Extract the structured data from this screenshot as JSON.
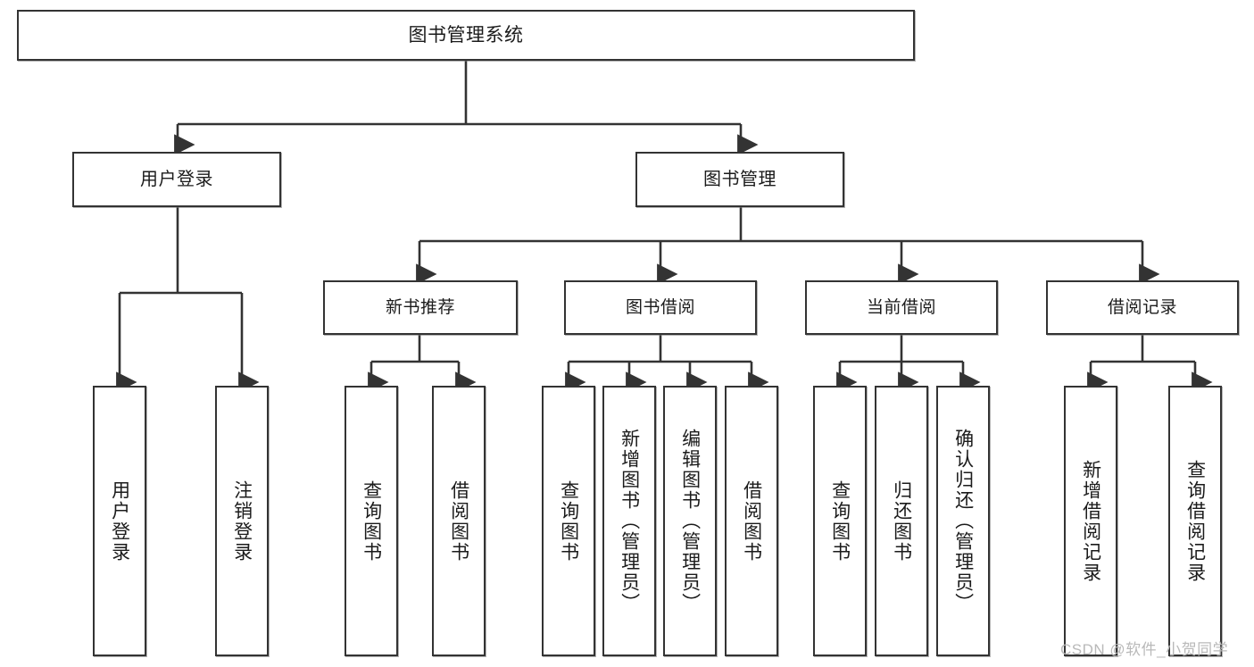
{
  "diagram": {
    "title": "图书管理系统",
    "type": "tree",
    "root": {
      "id": "root",
      "label": "图书管理系统"
    },
    "level2": [
      {
        "id": "user-login",
        "label": "用户登录"
      },
      {
        "id": "book-management",
        "label": "图书管理"
      }
    ],
    "level3": [
      {
        "id": "new-book-recommend",
        "label": "新书推荐",
        "parent": "book-management"
      },
      {
        "id": "book-borrow",
        "label": "图书借阅",
        "parent": "book-management"
      },
      {
        "id": "current-borrow",
        "label": "当前借阅",
        "parent": "book-management"
      },
      {
        "id": "borrow-record",
        "label": "借阅记录",
        "parent": "book-management"
      }
    ],
    "leaves": [
      {
        "id": "leaf-user-login",
        "label": "用户登录",
        "parent": "user-login"
      },
      {
        "id": "leaf-user-logout",
        "label": "注销登录",
        "parent": "user-login"
      },
      {
        "id": "leaf-query-book-1",
        "label": "查询图书",
        "parent": "new-book-recommend"
      },
      {
        "id": "leaf-borrow-book-1",
        "label": "借阅图书",
        "parent": "new-book-recommend"
      },
      {
        "id": "leaf-query-book-2",
        "label": "查询图书",
        "parent": "book-borrow"
      },
      {
        "id": "leaf-add-book",
        "label": "新增图书（管理员）",
        "parent": "book-borrow"
      },
      {
        "id": "leaf-edit-book",
        "label": "编辑图书（管理员）",
        "parent": "book-borrow"
      },
      {
        "id": "leaf-borrow-book-2",
        "label": "借阅图书",
        "parent": "book-borrow"
      },
      {
        "id": "leaf-query-book-3",
        "label": "查询图书",
        "parent": "current-borrow"
      },
      {
        "id": "leaf-return-book",
        "label": "归还图书",
        "parent": "current-borrow"
      },
      {
        "id": "leaf-confirm-return",
        "label": "确认归还（管理员）",
        "parent": "current-borrow"
      },
      {
        "id": "leaf-add-record",
        "label": "新增借阅记录",
        "parent": "borrow-record"
      },
      {
        "id": "leaf-query-record",
        "label": "查询借阅记录",
        "parent": "borrow-record"
      }
    ],
    "watermark": "CSDN @软件_小贺同学",
    "colors": {
      "box_border": "#333333",
      "box_fill": "#ffffff",
      "connector": "#333333",
      "text": "#1b1b1b",
      "watermark": "#b9b9b9"
    }
  }
}
